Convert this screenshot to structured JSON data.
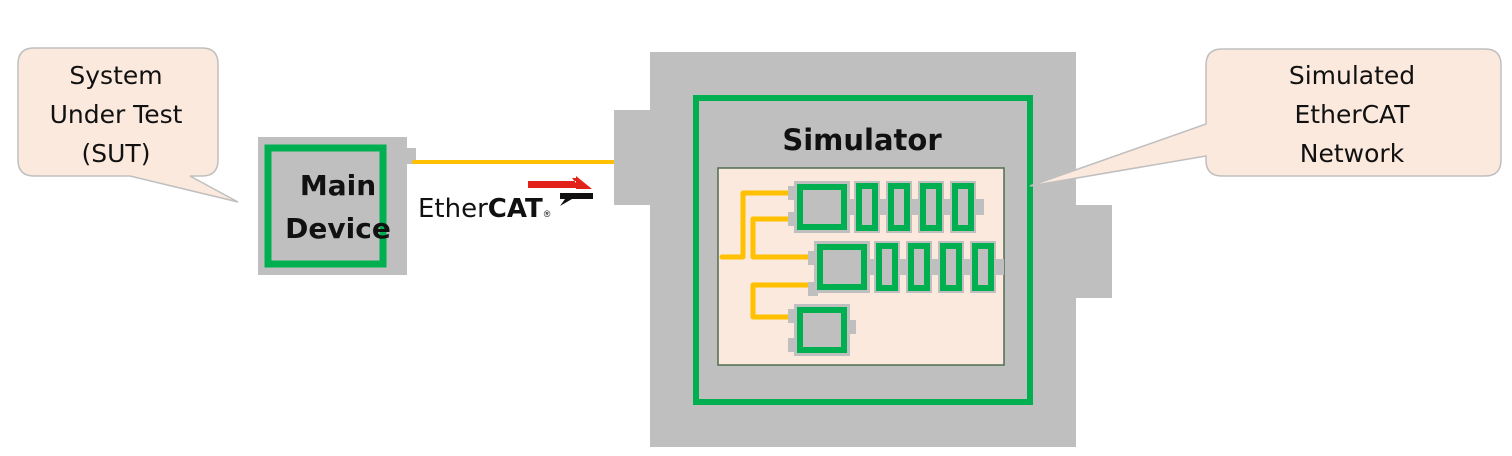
{
  "colors": {
    "device_gray": "#bfbfbf",
    "module_green": "#00b050",
    "cable_yellow": "#ffc000",
    "callout_fill": "#fbe9dd",
    "callout_border": "#bfbfbf",
    "network_panel_fill": "#fbe9dd",
    "network_panel_border": "#4e6e4e",
    "ethercat_red": "#e2231a",
    "ethercat_black": "#111111"
  },
  "callouts": {
    "sut": {
      "lines": [
        "System",
        "Under Test",
        "(SUT)"
      ]
    },
    "network": {
      "lines": [
        "Simulated",
        "EtherCAT",
        "Network"
      ]
    }
  },
  "main_device": {
    "lines": [
      "Main",
      "Device"
    ]
  },
  "simulator": {
    "label": "Simulator"
  },
  "ethercat_logo": {
    "ether": "Ether",
    "cat": "CAT",
    "registered": "®"
  },
  "network": {
    "rows": [
      {
        "coupler_count": 1,
        "terminal_count": 4
      },
      {
        "coupler_count": 1,
        "terminal_count": 4
      },
      {
        "coupler_count": 1,
        "terminal_count": 0
      }
    ]
  }
}
